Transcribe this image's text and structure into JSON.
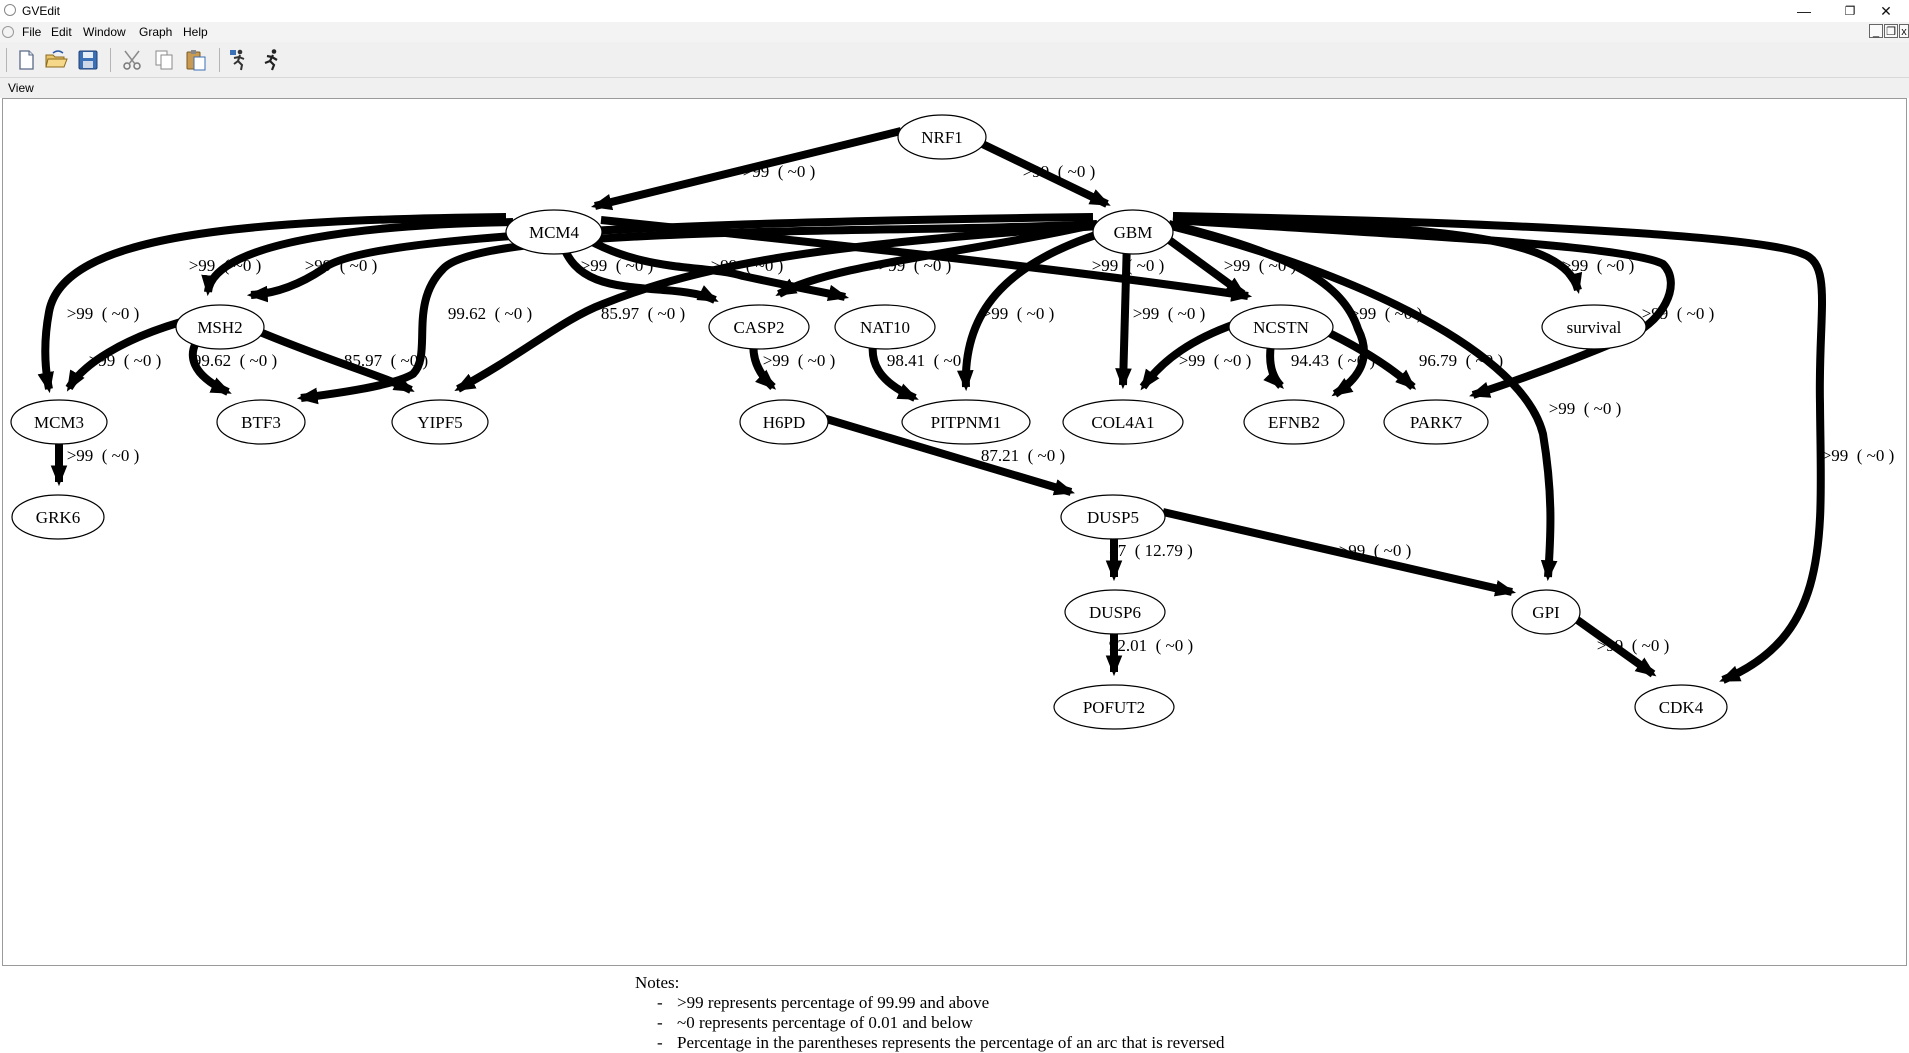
{
  "window": {
    "title": "GVEdit",
    "controls": {
      "minimize": "—",
      "restore": "❐",
      "close": "✕"
    }
  },
  "menubar": {
    "items": [
      "File",
      "Edit",
      "Window",
      "Graph",
      "Help"
    ]
  },
  "toolbar": {
    "tools": [
      "new-file-icon",
      "open-folder-icon",
      "save-icon",
      "cut-icon",
      "copy-icon",
      "paste-icon",
      "layout-icon",
      "run-icon"
    ]
  },
  "view_label": "View",
  "graph": {
    "nodes": [
      {
        "id": "NRF1",
        "label": "NRF1"
      },
      {
        "id": "MCM4",
        "label": "MCM4"
      },
      {
        "id": "GBM",
        "label": "GBM"
      },
      {
        "id": "MSH2",
        "label": "MSH2"
      },
      {
        "id": "CASP2",
        "label": "CASP2"
      },
      {
        "id": "NAT10",
        "label": "NAT10"
      },
      {
        "id": "NCSTN",
        "label": "NCSTN"
      },
      {
        "id": "survival",
        "label": "survival"
      },
      {
        "id": "MCM3",
        "label": "MCM3"
      },
      {
        "id": "BTF3",
        "label": "BTF3"
      },
      {
        "id": "YIPF5",
        "label": "YIPF5"
      },
      {
        "id": "H6PD",
        "label": "H6PD"
      },
      {
        "id": "PITPNM1",
        "label": "PITPNM1"
      },
      {
        "id": "COL4A1",
        "label": "COL4A1"
      },
      {
        "id": "EFNB2",
        "label": "EFNB2"
      },
      {
        "id": "PARK7",
        "label": "PARK7"
      },
      {
        "id": "GRK6",
        "label": "GRK6"
      },
      {
        "id": "DUSP5",
        "label": "DUSP5"
      },
      {
        "id": "DUSP6",
        "label": "DUSP6"
      },
      {
        "id": "GPI",
        "label": "GPI"
      },
      {
        "id": "POFUT2",
        "label": "POFUT2"
      },
      {
        "id": "CDK4",
        "label": "CDK4"
      }
    ],
    "edges": [
      {
        "from": "NRF1",
        "to": "MCM4",
        "label": ">99  ( ~0 )"
      },
      {
        "from": "NRF1",
        "to": "GBM",
        "label": ">99  ( ~0 )"
      },
      {
        "from": "MCM4",
        "to": "MCM3",
        "label": ">99  ( ~0 )"
      },
      {
        "from": "MCM4",
        "to": "MSH2",
        "label": ">99  ( ~0 )"
      },
      {
        "from": "GBM",
        "to": "MSH2",
        "label": ">99  ( ~0 )"
      },
      {
        "from": "MCM4",
        "to": "CASP2",
        "label": ">99  ( ~0 )"
      },
      {
        "from": "MCM4",
        "to": "NAT10",
        "label": ">99  ( ~0 )"
      },
      {
        "from": "GBM",
        "to": "CASP2",
        "label": ">99  ( ~0 )"
      },
      {
        "from": "MCM4",
        "to": "NCSTN",
        "label": ">99  ( ~0 )"
      },
      {
        "from": "GBM",
        "to": "NCSTN",
        "label": ">99  ( ~0 )"
      },
      {
        "from": "GBM",
        "to": "survival",
        "label": ">99  ( ~0 )"
      },
      {
        "from": "GBM",
        "to": "BTF3",
        "label": "99.62  ( ~0 )"
      },
      {
        "from": "GBM",
        "to": "YIPF5",
        "label": "85.97  ( ~0 )"
      },
      {
        "from": "GBM",
        "to": "PITPNM1",
        "label": ">99  ( ~0 )"
      },
      {
        "from": "GBM",
        "to": "COL4A1",
        "label": ">99  ( ~0 )"
      },
      {
        "from": "GBM",
        "to": "EFNB2",
        "label": ">99  ( ~0 )"
      },
      {
        "from": "GBM",
        "to": "PARK7",
        "label": ">99  ( ~0 )"
      },
      {
        "from": "GBM",
        "to": "GPI",
        "label": ">99  ( ~0 )"
      },
      {
        "from": "GBM",
        "to": "CDK4",
        "label": ">99  ( ~0 )"
      },
      {
        "from": "MSH2",
        "to": "MCM3",
        "label": ">99  ( ~0 )"
      },
      {
        "from": "MSH2",
        "to": "BTF3",
        "label": "99.62  ( ~0 )"
      },
      {
        "from": "MSH2",
        "to": "YIPF5",
        "label": "85.97  ( ~0 )"
      },
      {
        "from": "CASP2",
        "to": "H6PD",
        "label": ">99  ( ~0 )"
      },
      {
        "from": "NAT10",
        "to": "PITPNM1",
        "label": "98.41  ( ~0 )"
      },
      {
        "from": "NCSTN",
        "to": "COL4A1",
        "label": ">99  ( ~0 )"
      },
      {
        "from": "NCSTN",
        "to": "EFNB2",
        "label": "94.43  ( ~0 )"
      },
      {
        "from": "NCSTN",
        "to": "PARK7",
        "label": "96.79  ( ~0 )"
      },
      {
        "from": "MCM3",
        "to": "GRK6",
        "label": ">99  ( ~0 )"
      },
      {
        "from": "H6PD",
        "to": "DUSP5",
        "label": "87.21  ( ~0 )"
      },
      {
        "from": "DUSP5",
        "to": "DUSP6",
        "label": "87  ( 12.79 )"
      },
      {
        "from": "DUSP5",
        "to": "GPI",
        "label": ">99  ( ~0 )"
      },
      {
        "from": "DUSP6",
        "to": "POFUT2",
        "label": "92.01  ( ~0 )"
      },
      {
        "from": "GPI",
        "to": "CDK4",
        "label": ">99  ( ~0 )"
      }
    ]
  },
  "notes": {
    "heading": "Notes:",
    "lines": [
      ">99 represents percentage of 99.99 and above",
      "~0  represents percentage of 0.01 and below",
      "Percentage in the parentheses represents the percentage of an arc that is reversed"
    ],
    "bullet": "-"
  }
}
